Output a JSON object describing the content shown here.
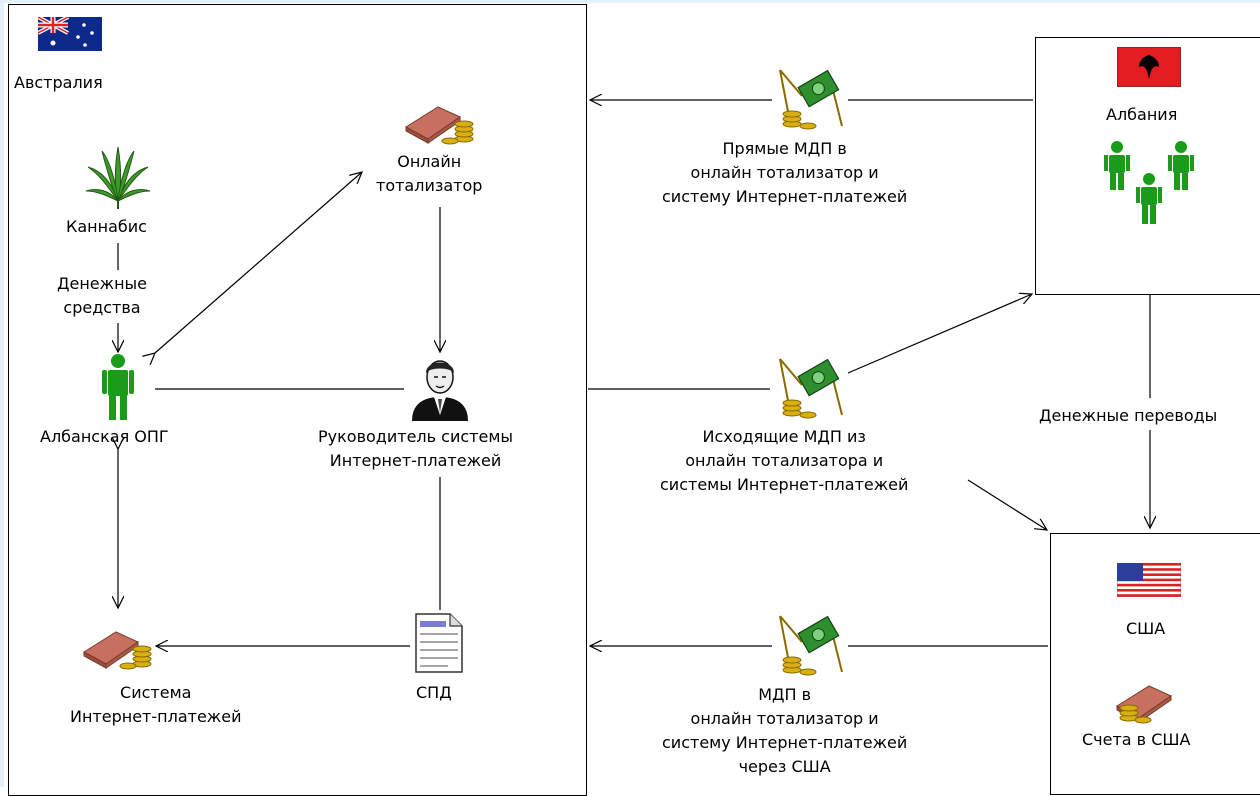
{
  "colors": {
    "edge": "#000000",
    "person": "#1a9c1a",
    "money": "#2f8f2f",
    "gold": "#d9b011",
    "brick": "#c77060"
  },
  "australia": {
    "name": "Австралия",
    "flag": "australia-flag"
  },
  "albania": {
    "name": "Албания",
    "flag": "albania-flag"
  },
  "usa": {
    "name": "США",
    "flag": "usa-flag",
    "accounts": "Счета в США"
  },
  "nodes": {
    "cannabis": "Каннабис",
    "money_label": [
      "Денежные",
      "средства"
    ],
    "group": "Албанская ОПГ",
    "totalizator": [
      "Онлайн",
      "тотализатор"
    ],
    "leader": [
      "Руководитель системы",
      "Интернет-платежей"
    ],
    "spd": "СПД",
    "payment_system": [
      "Система",
      "Интернет-платежей"
    ]
  },
  "flows": {
    "direct": [
      "Прямые МДП в",
      "онлайн тотализатор и",
      "систему Интернет-платежей"
    ],
    "outgoing": [
      "Исходящие МДП из",
      "онлайн тотализатора и",
      "системы Интернет-платежей"
    ],
    "via_usa": [
      "МДП в",
      "онлайн тотализатор и",
      "систему Интернет-платежей",
      "через США"
    ],
    "transfers": "Денежные переводы"
  }
}
